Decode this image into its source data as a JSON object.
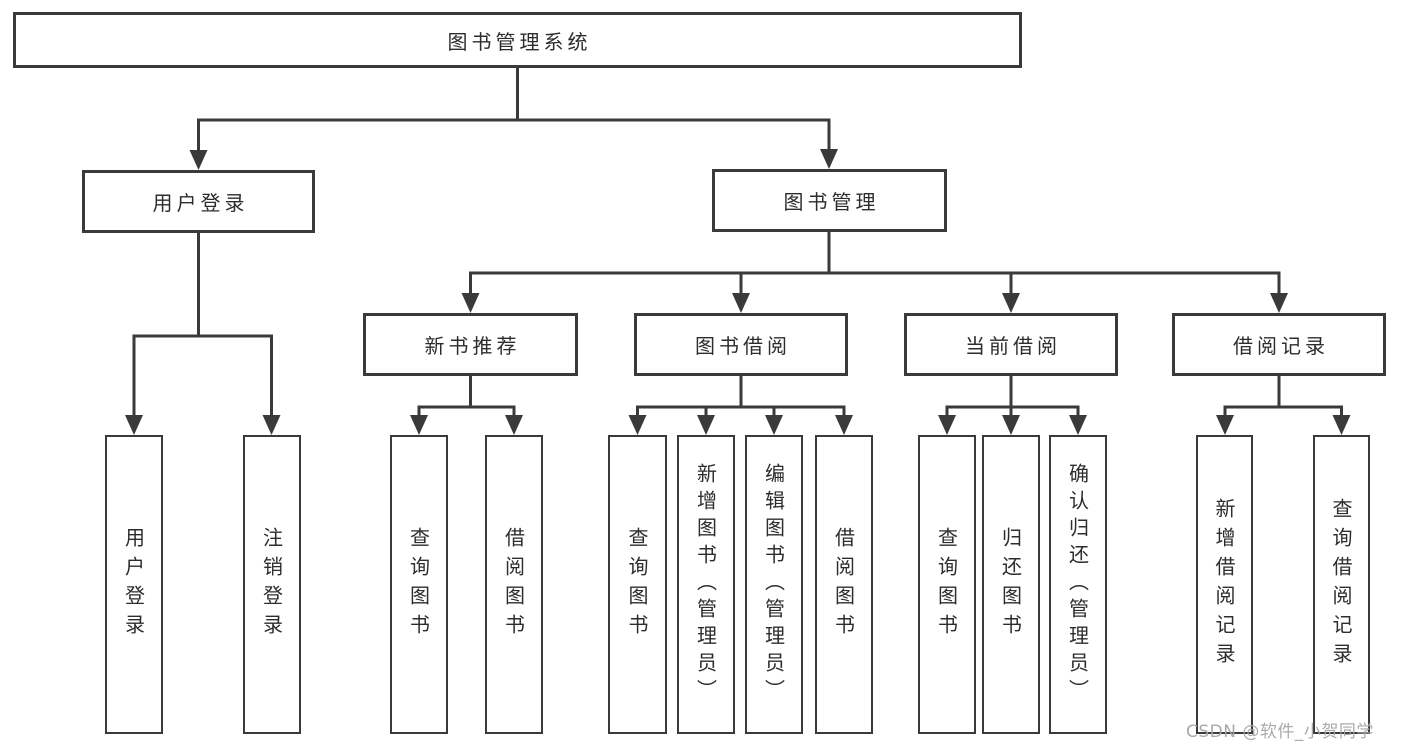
{
  "diagram": {
    "title": "图书管理系统",
    "colors": {
      "line": "#3a3a3a",
      "box_border": "#3a3a3a",
      "text": "#2d2d2d",
      "watermark_text": "#a5a5a5",
      "background": "#ffffff"
    },
    "nodes": {
      "root": {
        "label": "图书管理系统"
      },
      "user_login": {
        "label": "用户登录"
      },
      "book_management": {
        "label": "图书管理"
      },
      "new_book_recommend": {
        "label": "新书推荐"
      },
      "book_borrowing": {
        "label": "图书借阅"
      },
      "current_borrowing": {
        "label": "当前借阅"
      },
      "borrowing_records": {
        "label": "借阅记录"
      },
      "leaves": {
        "user_login": "用户登录",
        "logout": "注销登录",
        "query_books_1": "查询图书",
        "borrow_books_1": "借阅图书",
        "query_books_2": "查询图书",
        "add_books_admin": "新增图书（管理员）",
        "edit_books_admin": "编辑图书（管理员）",
        "borrow_books_2": "借阅图书",
        "query_books_3": "查询图书",
        "return_books": "归还图书",
        "confirm_return_admin": "确认归还（管理员）",
        "add_borrow_record": "新增借阅记录",
        "query_borrow_record": "查询借阅记录"
      }
    },
    "watermark": "CSDN @软件_小贺同学"
  }
}
